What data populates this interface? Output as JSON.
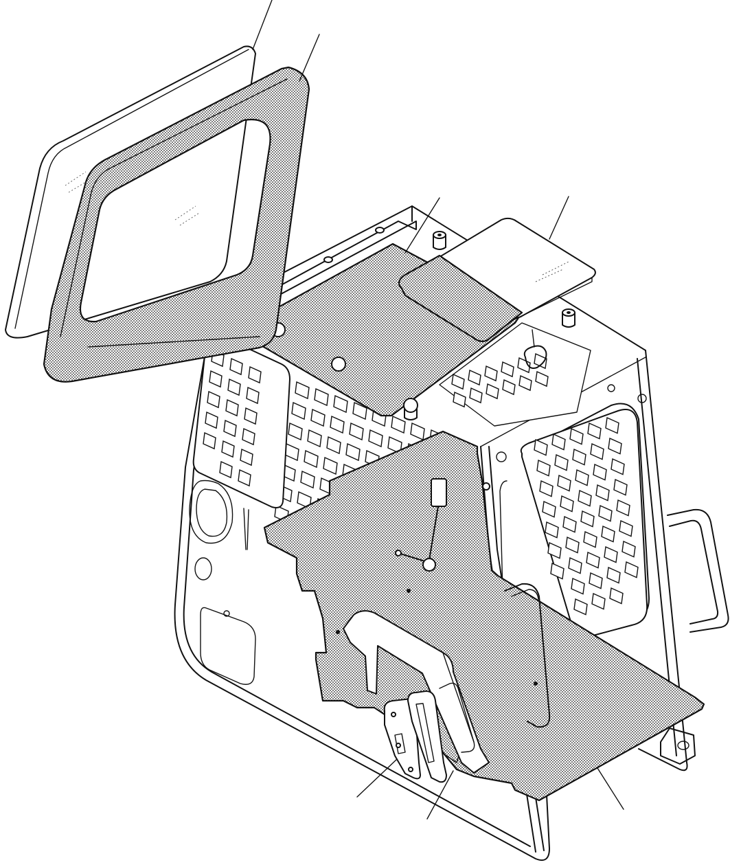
{
  "diagram": {
    "parts": [
      {
        "id": "glass",
        "name": "window-glass"
      },
      {
        "id": "seal",
        "name": "window-seal"
      },
      {
        "id": "roof-mat",
        "name": "roof-sound-mat"
      },
      {
        "id": "roof-plate",
        "name": "roof-cover-plate"
      },
      {
        "id": "side-mat",
        "name": "side-grille-mat"
      },
      {
        "id": "floor-mat",
        "name": "floor-mat"
      },
      {
        "id": "bracket-a",
        "name": "bracket"
      },
      {
        "id": "bracket-b",
        "name": "bracket-channel"
      }
    ],
    "colors": {
      "line": "#111111",
      "background": "#ffffff",
      "stipple": "#111111"
    }
  }
}
